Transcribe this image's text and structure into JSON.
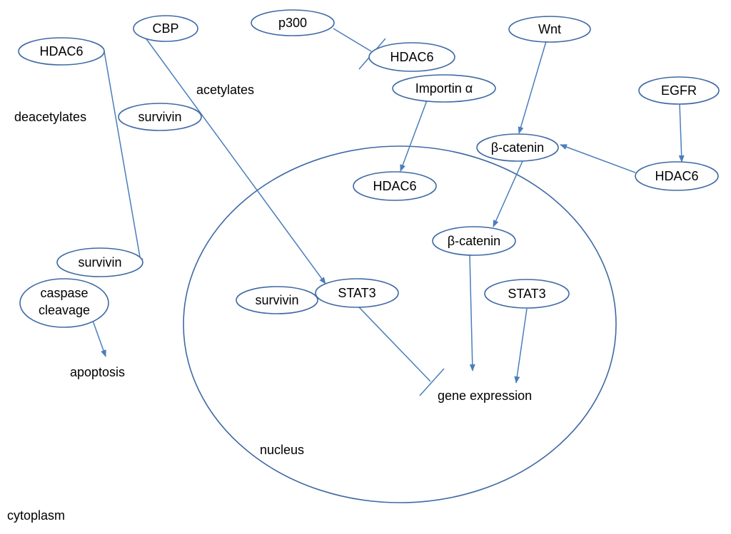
{
  "nodes": {
    "hdac6_left": "HDAC6",
    "cbp": "CBP",
    "p300": "p300",
    "hdac6_top": "HDAC6",
    "importin": "Importin α",
    "wnt": "Wnt",
    "egfr": "EGFR",
    "survivin_top": "survivin",
    "hdac6_nucleus": "HDAC6",
    "bcatenin_cyto": "β-catenin",
    "hdac6_right": "HDAC6",
    "bcatenin_nucleus": "β-catenin",
    "survivin_left": "survivin",
    "caspase": [
      "caspase",
      "cleavage"
    ],
    "survivin_nucleus": "survivin",
    "stat3_a": "STAT3",
    "stat3_b": "STAT3"
  },
  "labels": {
    "acetylates": "acetylates",
    "deacetylates": "deacetylates",
    "apoptosis": "apoptosis",
    "gene_expression": "gene expression",
    "nucleus": "nucleus",
    "cytoplasm": "cytoplasm"
  },
  "colors": {
    "shape_stroke": "#3f6aa4",
    "edge": "#4a7ebb",
    "text": "#000000"
  }
}
